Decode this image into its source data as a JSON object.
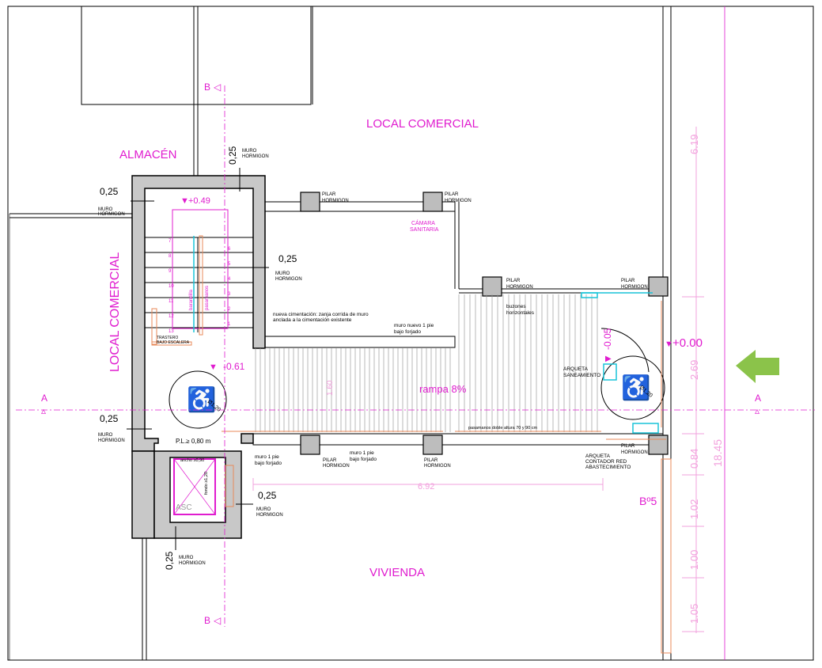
{
  "rooms": {
    "local_comercial_top": "LOCAL COMERCIAL",
    "almacen": "ALMACÉN",
    "local_comercial_side": "LOCAL COMERCIAL",
    "vivienda": "VIVIENDA",
    "bano": "Bº5",
    "asc": "ASC",
    "camara": [
      "CÁMARA",
      "SANITARIA"
    ]
  },
  "dimensions": {
    "d025": "0,25",
    "level_049": "+0.49",
    "level_061": "-0.61",
    "level_005": "-0.05",
    "level_000": "+0.00",
    "rampa": "rampa 8%",
    "d692": "6.92",
    "d160": "1.60",
    "d619": "6.19",
    "d269": "2.69",
    "d084": "0.84",
    "d102": "1.02",
    "d100": "1.00",
    "d105": "1.05",
    "d1845": "18.45",
    "pl": "P.L.≥ 0,80 m",
    "ancho": "ancho ≥0,90",
    "fondo": "fondo ≥1,20",
    "diam": "Ø1,20"
  },
  "labels": {
    "muro_line1": "MURO",
    "muro_line2": "HORMIGON",
    "pilar_line1": "PILAR",
    "pilar_line2": "HORMIGON",
    "cimentacion": [
      "nueva cimentación: zanja corrida de muro",
      "anclada a la cimentación existente"
    ],
    "muro_nuevo": [
      "muro nuevo 1 pie",
      "bajo forjado"
    ],
    "muro_1pie": [
      "muro 1 pie",
      "bajo forjado"
    ],
    "buzones": [
      "buzones",
      "horizontales"
    ],
    "arqueta_san": [
      "ARQUETA",
      "SANEAMIENTO"
    ],
    "arqueta_cont": [
      "ARQUETA",
      "CONTADOR RED",
      "ABASTECIMIENTO"
    ],
    "pasamanos_doble": "pasamanos doble altura 70 y 90 cm",
    "trastero": [
      "TRASTERO",
      "BAJO ESCALERA"
    ],
    "barandilla": "barandilla",
    "pasamanos": "pasamanos"
  },
  "sections": {
    "a": "A",
    "b": "B"
  },
  "steps_left": [
    "7",
    "8",
    "9",
    "10",
    "11",
    "12",
    "13"
  ],
  "steps_right": [
    "6",
    "5",
    "4",
    "3",
    "2",
    "1"
  ],
  "colors": {
    "magenta": "#e01ccf",
    "pink": "#f2a0dd",
    "arrow": "#8bc34a",
    "cyan": "#19c4d8",
    "orange": "#e88a5a"
  }
}
